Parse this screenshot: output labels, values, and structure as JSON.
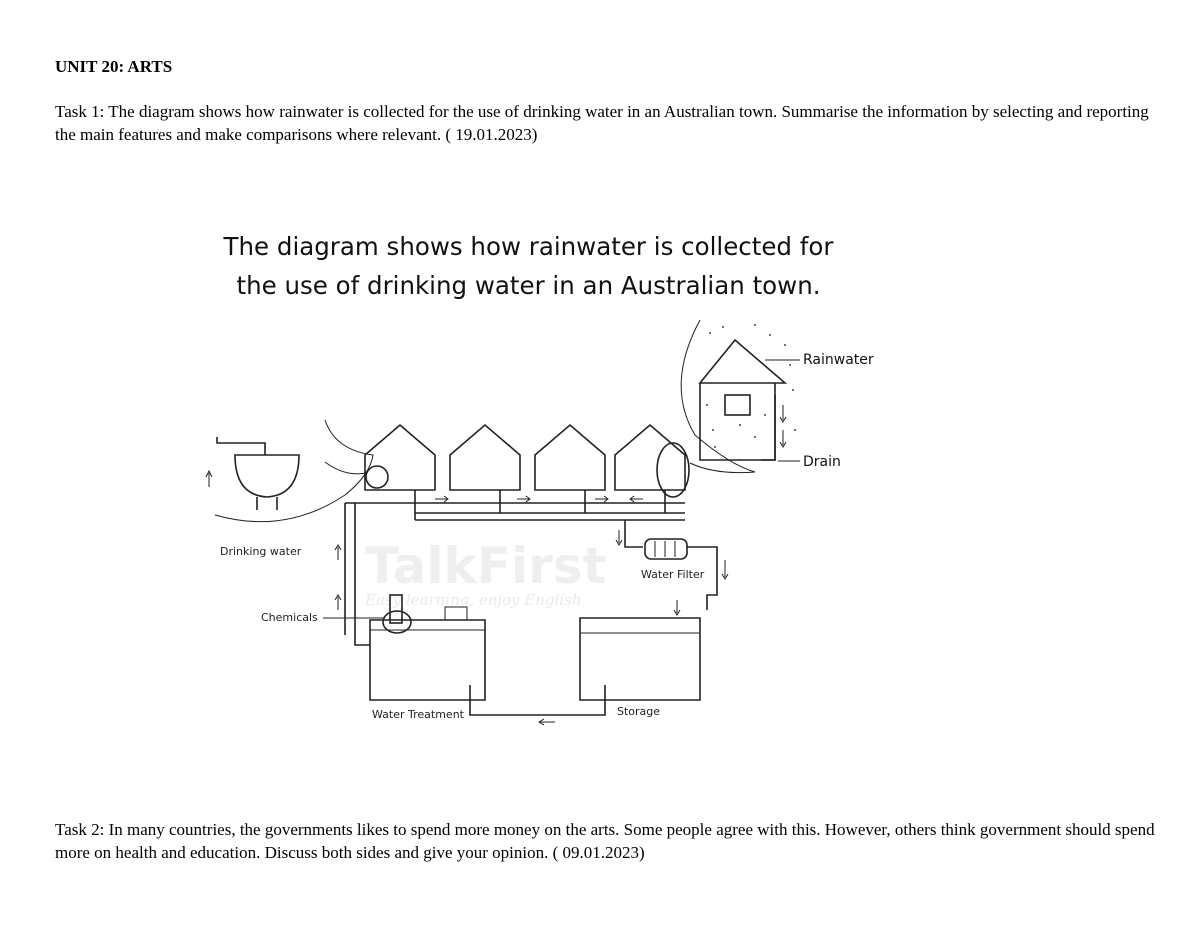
{
  "heading": "UNIT 20: ARTS",
  "task1": "Task 1: The diagram shows how rainwater is collected for the use of drinking water in an Australian town. Summarise the information by selecting and reporting the main features and make comparisons where relevant. ( 19.01.2023)",
  "task2": "Task 2: In many countries, the governments likes to spend more money on the arts. Some people agree with this. However, others think government should spend more on health and education. Discuss both sides and give your opinion. ( 09.01.2023)",
  "diagram": {
    "title_line1": "The diagram shows how rainwater is collected for",
    "title_line2": "the use of drinking water in an Australian town.",
    "labels": {
      "rainwater": "Rainwater",
      "drain": "Drain",
      "drinking_water": "Drinking water",
      "chemicals": "Chemicals",
      "water_filter": "Water Filter",
      "water_treatment": "Water Treatment",
      "storage": "Storage"
    },
    "watermark": "TalkFirst",
    "watermark_tagline": "Easy learning, enjoy English"
  }
}
